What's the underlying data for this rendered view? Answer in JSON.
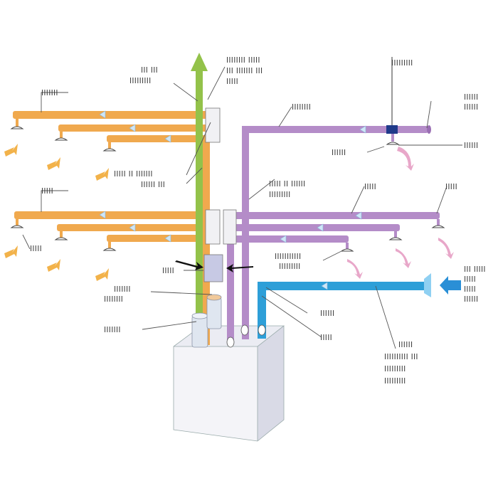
{
  "colors": {
    "orange": "#f0a94e",
    "orange_dark": "#d98c2c",
    "green": "#93c24a",
    "violet": "#b48cc8",
    "violet_dark": "#9a6eb3",
    "blue": "#2e9fd8",
    "blue_light": "#8fd0f2",
    "unit_face": "#f4f4f8",
    "unit_side": "#d9dae6",
    "unit_top": "#ebecf3",
    "flame": "#f2b24a",
    "pink_arrow": "#e8a7c9",
    "arrow_blue": "#2a8fd6"
  },
  "labels": {
    "green_top_left": [
      "III III",
      "IIIIIIIII"
    ],
    "green_top_right": [
      "IIIIIIII IIIII",
      "III IIIIIII III",
      "IIIII"
    ],
    "orange_upper": "IIIIIII",
    "orange_upper_mid": [
      "IIIII II IIIIIII",
      "IIIIII III"
    ],
    "orange_lower": "IIIII",
    "orange_lower_item": "IIIII",
    "center_box": "IIIII",
    "bypass": [
      "IIIIIII",
      "IIIIIIII"
    ],
    "unit_left": "IIIIIII",
    "violet_top": "IIIIIIII",
    "violet_top_right_1": "IIIIIIIII",
    "violet_top_right_2": [
      "IIIIII",
      "IIIIII"
    ],
    "violet_top_right_3": "IIIIII",
    "violet_top_left_item": "IIIIII",
    "violet_mid_a": [
      "IIIII II IIIIII",
      "IIIIIIIII"
    ],
    "violet_mid_b": "IIIII",
    "violet_mid_c": "IIIII",
    "violet_lower": [
      "IIIIIIIIIII",
      "IIIIIIIII"
    ],
    "blue_a": "IIIIII",
    "blue_b": "IIIII",
    "blue_c": [
      "IIIIII",
      "IIIIIIIIII III",
      "IIIIIIIII",
      "IIIIIIIII"
    ],
    "inlet": [
      "III IIIII",
      "IIIII",
      "IIIII",
      "IIIIII"
    ]
  }
}
